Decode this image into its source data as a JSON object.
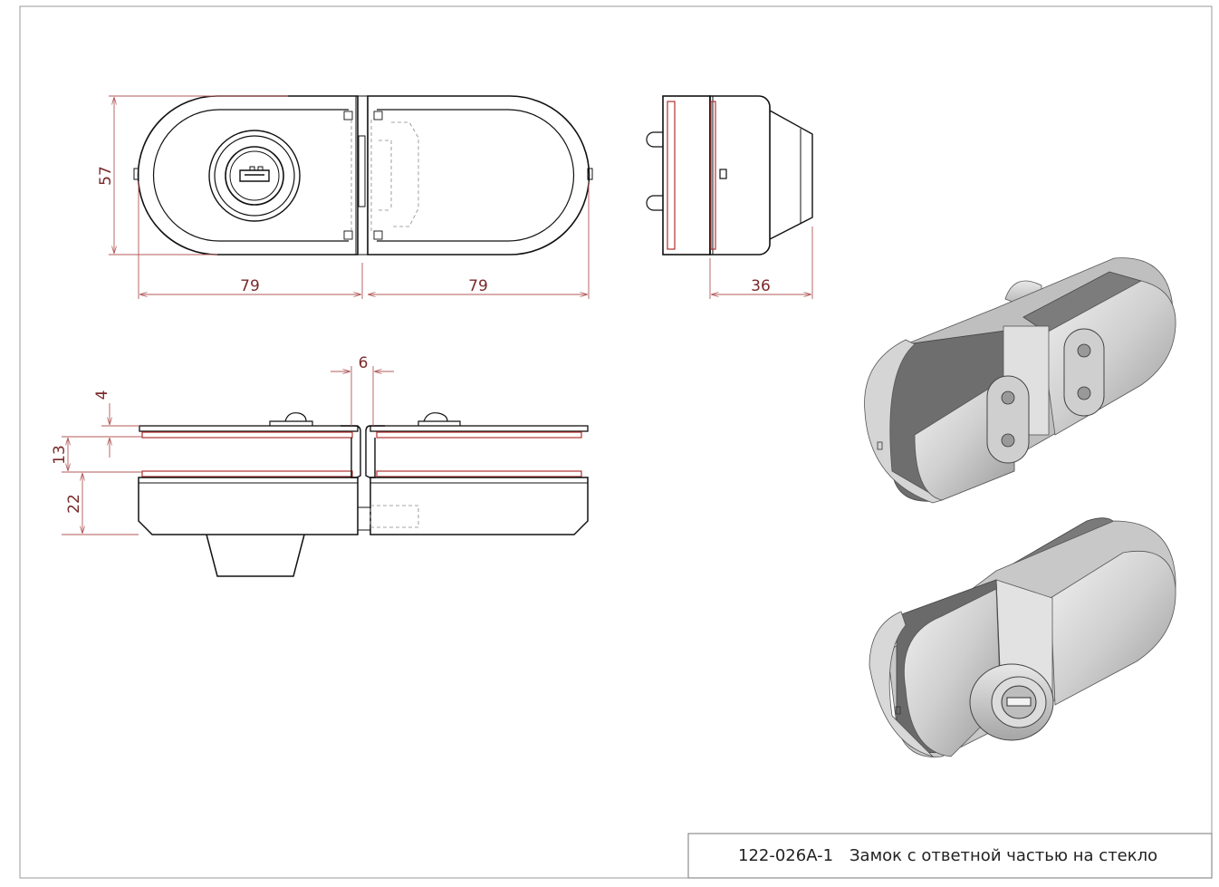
{
  "title_block": {
    "code": "122-026A-1",
    "description": "Замок с ответной частью на стекло"
  },
  "dimensions": {
    "height_front": "57",
    "width_left": "79",
    "width_right": "79",
    "depth_side": "36",
    "gap_top": "6",
    "plate_thickness": "4",
    "glass_thickness": "13",
    "body_height": "22"
  },
  "colors": {
    "line": "#111111",
    "dimension": "#b35a5a",
    "glass_edge": "#b03030",
    "metal_light": "#d9d9d9",
    "metal_dark": "#7a7a7a"
  }
}
